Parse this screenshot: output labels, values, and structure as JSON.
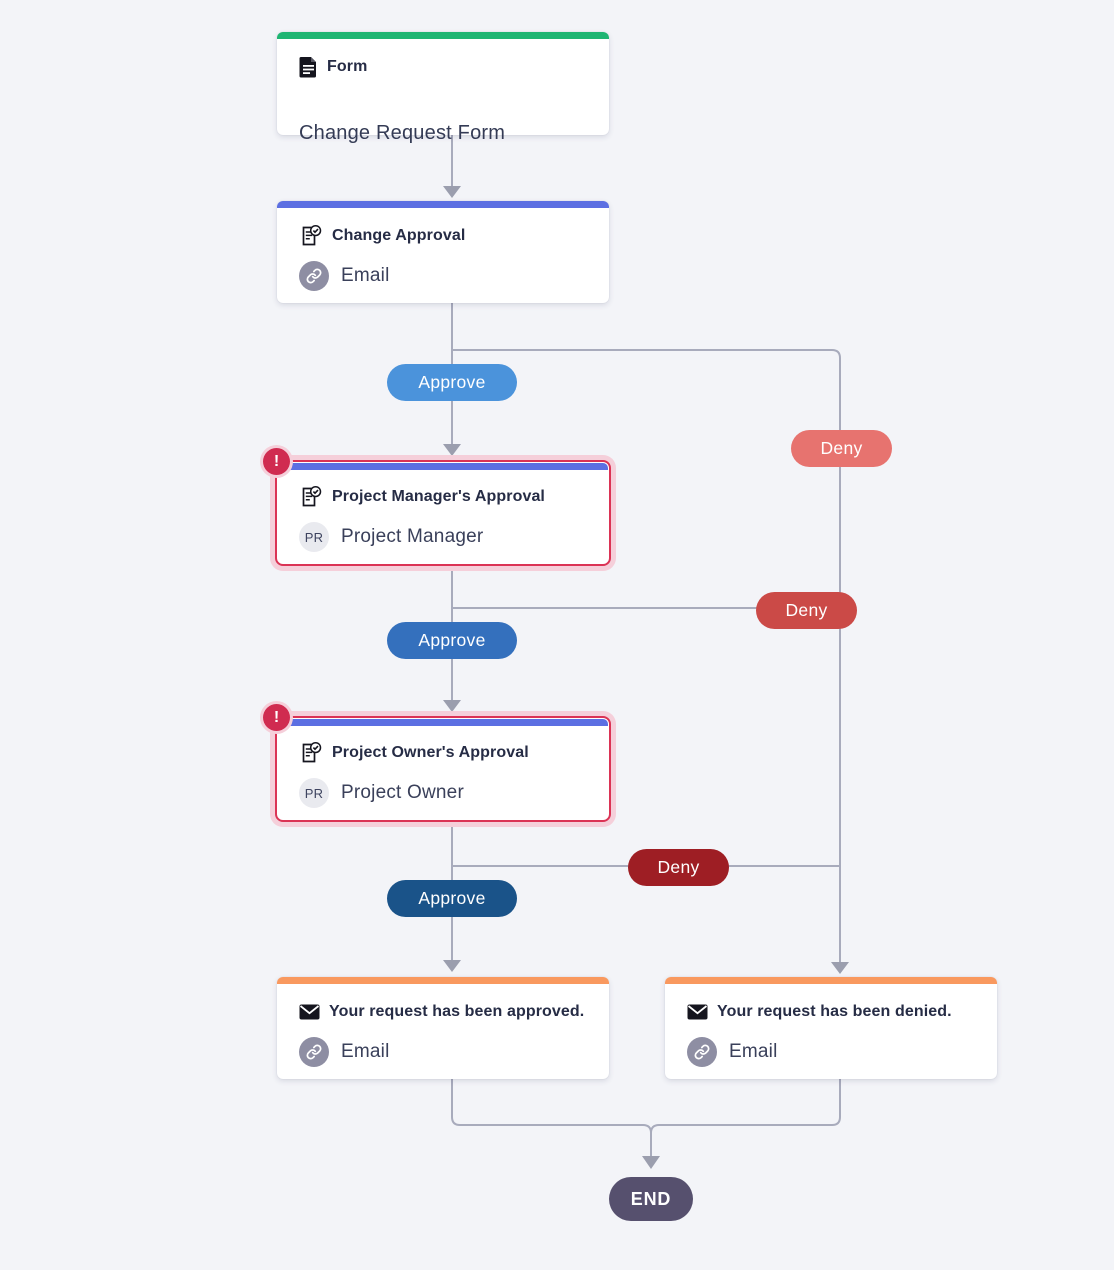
{
  "canvas": {
    "background": "#F3F4F8",
    "wire_color": "#A8ABBC",
    "arrow_color": "#9B9EAE"
  },
  "nodes": {
    "form": {
      "type_label": "Form",
      "title": "Change Request Form",
      "accent": "#1FB573",
      "icon": "document-icon"
    },
    "change_approval": {
      "title": "Change Approval",
      "assignee": "Email",
      "accent": "#5C6FE2",
      "icon": "approval-clipboard-icon",
      "badge_icon": "link-icon"
    },
    "pm_approval": {
      "title": "Project Manager's Approval",
      "assignee": "Project Manager",
      "assignee_initials": "PR",
      "accent": "#5C6FE2",
      "icon": "approval-clipboard-icon",
      "error": true,
      "error_badge": "!",
      "error_border": "#DB3355"
    },
    "po_approval": {
      "title": "Project Owner's Approval",
      "assignee": "Project Owner",
      "assignee_initials": "PR",
      "accent": "#5C6FE2",
      "icon": "approval-clipboard-icon",
      "error": true,
      "error_badge": "!",
      "error_border": "#DB3355"
    },
    "approved_email": {
      "title": "Your request has been approved.",
      "assignee": "Email",
      "accent": "#F9995F",
      "icon": "mail-icon",
      "badge_icon": "link-icon"
    },
    "denied_email": {
      "title": "Your request has been denied.",
      "assignee": "Email",
      "accent": "#F9995F",
      "icon": "mail-icon",
      "badge_icon": "link-icon"
    },
    "end": {
      "label": "END",
      "color": "#56506E"
    }
  },
  "edges": {
    "approve1": {
      "label": "Approve",
      "color": "#4B93DB"
    },
    "approve2": {
      "label": "Approve",
      "color": "#3470BD"
    },
    "approve3": {
      "label": "Approve",
      "color": "#1A5389"
    },
    "deny1": {
      "label": "Deny",
      "color": "#E7736F"
    },
    "deny2": {
      "label": "Deny",
      "color": "#CB4A47"
    },
    "deny3": {
      "label": "Deny",
      "color": "#9E1E24"
    }
  }
}
